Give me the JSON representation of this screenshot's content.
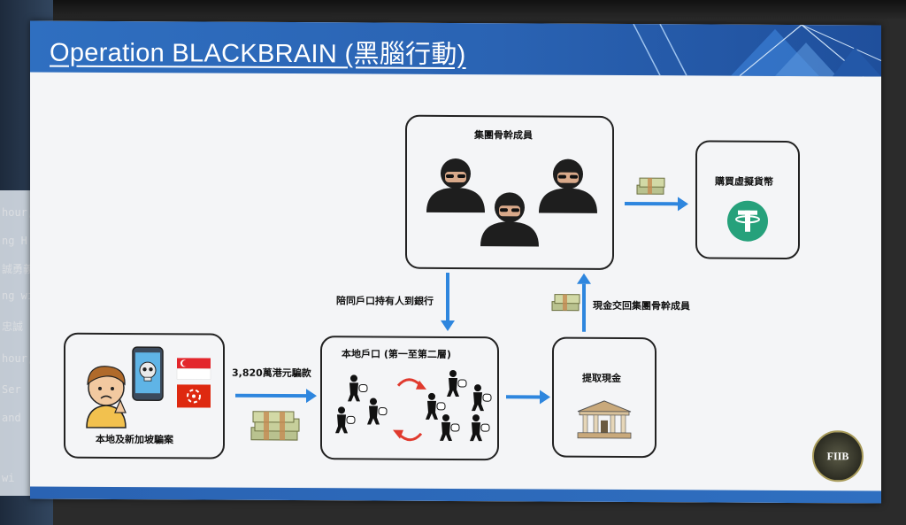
{
  "slide": {
    "title": "Operation BLACKBRAIN (黑腦行動)"
  },
  "nodes": {
    "syndicate": {
      "label": "集團骨幹成員"
    },
    "crypto": {
      "label": "購買虛擬貨幣"
    },
    "victims": {
      "label": "本地及新加坡騙案"
    },
    "accounts": {
      "label": "本地戶口 (第一至第二層)"
    },
    "withdraw": {
      "label": "提取現金"
    }
  },
  "edges": {
    "scam_amount": "3,820萬港元騙款",
    "escort": "陪同戶口持有人到銀行",
    "return_cash": "現金交回集團骨幹成員"
  },
  "logo": {
    "text": "FIIB"
  },
  "background": {
    "left_fragments": [
      "hour,",
      "ng H",
      "誠勇義",
      "ng wi",
      "忠誠",
      "hour,",
      "Ser",
      "and",
      "wi"
    ]
  },
  "icons": {
    "syndicate_members": [
      "masked-member-icon",
      "masked-member-icon",
      "masked-member-icon"
    ],
    "crypto": "tether-icon",
    "victim": "worried-person-icon",
    "phone": "phone-skull-icon",
    "flags": [
      "singapore-flag-icon",
      "hong-kong-flag-icon"
    ],
    "bank": "bank-building-icon",
    "money": "cash-bundle-icon"
  },
  "colors": {
    "title_bar": "#2f6fc0",
    "arrow": "#2e86de",
    "cycle_arrow": "#e03a2e",
    "tether": "#26a17b"
  }
}
